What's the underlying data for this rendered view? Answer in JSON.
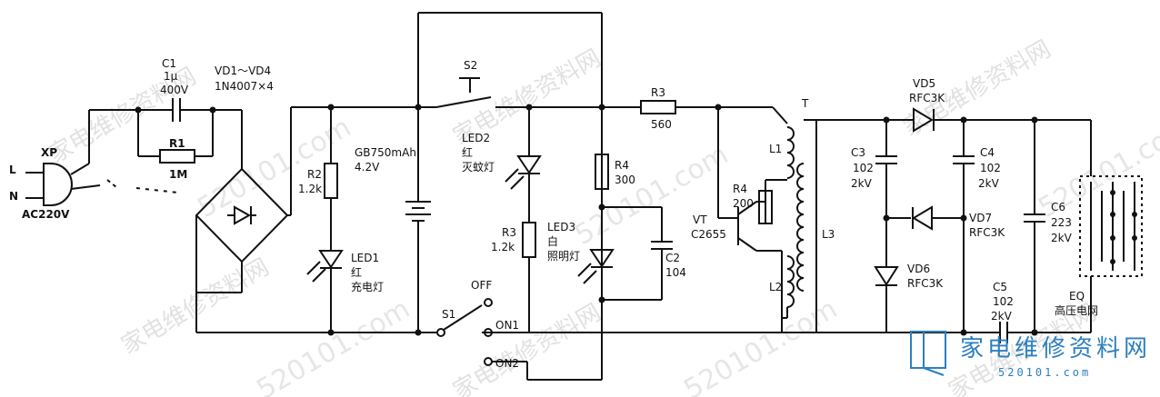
{
  "labels": {
    "plug": "XP",
    "line": "L",
    "neutral": "N",
    "mains": "AC220V",
    "c1_name": "C1",
    "c1_val1": "1μ",
    "c1_val2": "400V",
    "r1_name": "R1",
    "r1_val": "1M",
    "bridge_name": "VD1～VD4",
    "bridge_val": "1N4007×4",
    "r2_name": "R2",
    "r2_val": "1.2k",
    "led1_name": "LED1",
    "led1_color": "红",
    "led1_func": "充电灯",
    "bat_name": "GB750mAh",
    "bat_val": "4.2V",
    "s2_name": "S2",
    "led2_name": "LED2",
    "led2_color": "红",
    "led2_func": "灭蚊灯",
    "r3a_name": "R3",
    "r3a_val": "1.2k",
    "led3_name": "LED3",
    "led3_color": "白",
    "led3_func": "照明灯",
    "r4a_name": "R4",
    "r4a_val": "300",
    "c2_name": "C2",
    "c2_val": "104",
    "s1_name": "S1",
    "off": "OFF",
    "on1": "ON1",
    "on2": "ON2",
    "r3b_name": "R3",
    "r3b_val": "560",
    "r4b_name": "R4",
    "r4b_val": "200",
    "vt_name": "VT",
    "vt_val": "C2655",
    "t_name": "T",
    "l1": "L1",
    "l2": "L2",
    "l3": "L3",
    "vd5_name": "VD5",
    "vd5_val": "RFC3K",
    "c3_name": "C3",
    "c3_val1": "102",
    "c3_val2": "2kV",
    "c4_name": "C4",
    "c4_val1": "102",
    "c4_val2": "2kV",
    "vd7_name": "VD7",
    "vd7_val": "RFC3K",
    "vd6_name": "VD6",
    "vd6_val": "RFC3K",
    "c6_name": "C6",
    "c6_val1": "223",
    "c6_val2": "2kV",
    "c5_name": "C5",
    "c5_val1": "102",
    "c5_val2": "2kV",
    "eq_name": "EQ",
    "eq_func": "高压电网"
  },
  "watermark": {
    "brand": "家电维修资料网",
    "url": "520101.com",
    "logo_cn": "家电维修资料网",
    "logo_url": "520101.com",
    "logo_color": "#2c7fc0"
  }
}
